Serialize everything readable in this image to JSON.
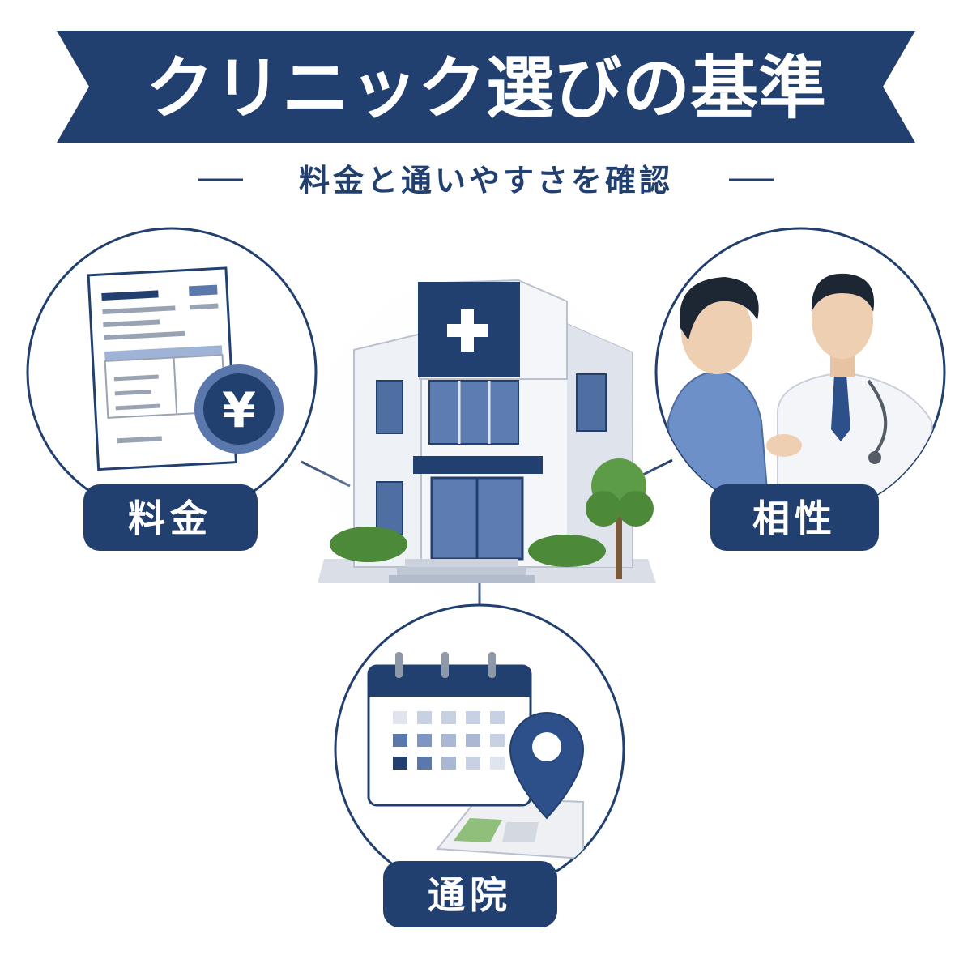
{
  "header": {
    "title": "クリニック選びの基準",
    "subtitle": "料金と通いやすさを確認"
  },
  "criteria": [
    {
      "label": "料金",
      "icon": "price-document-yen-icon"
    },
    {
      "label": "相性",
      "icon": "doctor-consultation-icon"
    },
    {
      "label": "通院",
      "icon": "calendar-location-icon"
    }
  ],
  "center": {
    "icon": "clinic-building-icon"
  },
  "price_icon": {
    "symbol": "¥"
  },
  "colors": {
    "navy": "#22406f",
    "navy_light": "#5b78ad",
    "green": "#5d9c47",
    "white": "#ffffff"
  }
}
